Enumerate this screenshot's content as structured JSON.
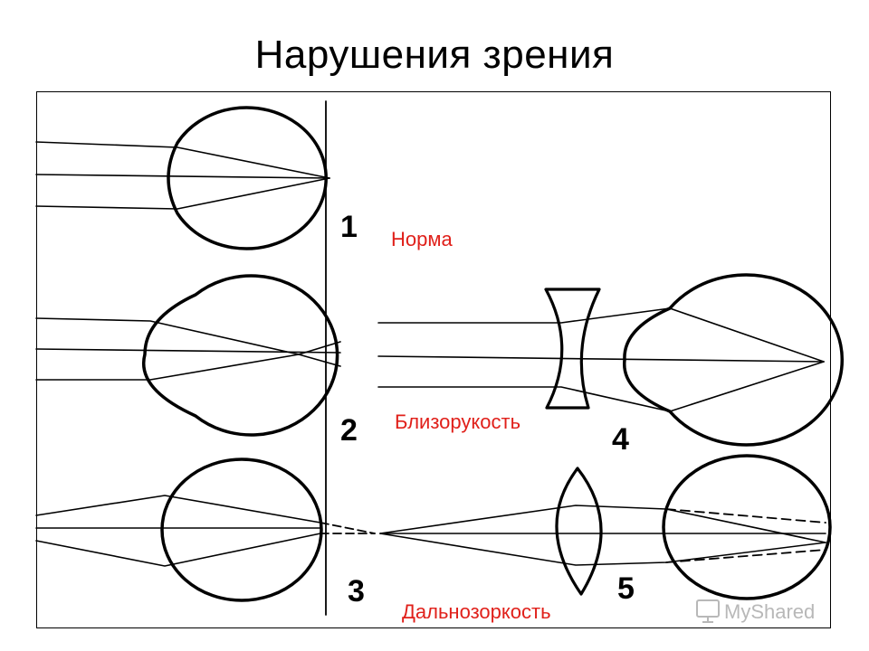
{
  "title": "Нарушения зрения",
  "numbers": {
    "n1": "1",
    "n2": "2",
    "n3": "3",
    "n4": "4",
    "n5": "5"
  },
  "labels": {
    "norm": "Норма",
    "myopia": "Близорукость",
    "hyperopia": "Дальнозоркость"
  },
  "watermark": "MyShared",
  "colors": {
    "label": "#e0201a",
    "line": "#000000",
    "watermark": "#b8b8b8"
  }
}
